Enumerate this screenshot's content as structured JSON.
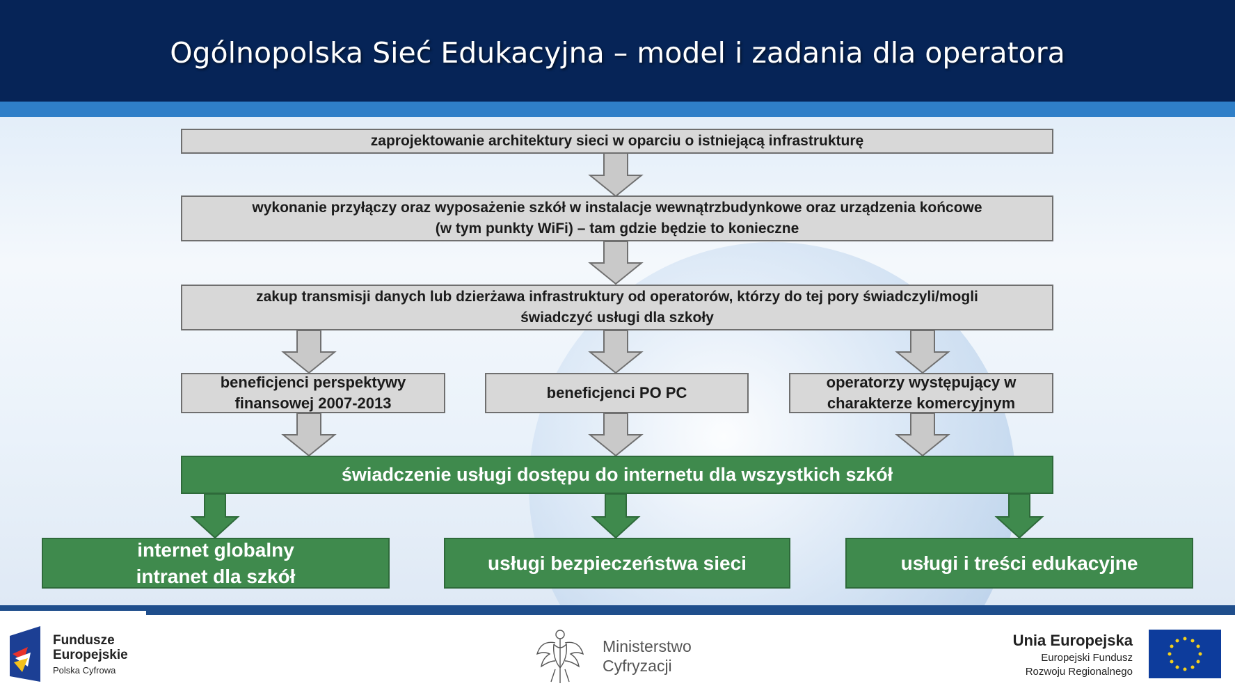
{
  "header": {
    "title": "Ogólnopolska Sieć Edukacyjna – model i zadania dla operatora"
  },
  "flow": {
    "step1": "zaprojektowanie architektury sieci w oparciu o istniejącą infrastrukturę",
    "step2_line1": "wykonanie przyłączy oraz wyposażenie szkół w instalacje wewnątrzbudynkowe oraz urządzenia końcowe",
    "step2_line2": "(w tym punkty WiFi) – tam gdzie będzie to konieczne",
    "step3_line1": "zakup transmisji danych lub dzierżawa infrastruktury od operatorów, którzy do tej pory świadczyli/mogli",
    "step3_line2": "świadczyć usługi dla szkoły",
    "sources": [
      {
        "line1": "beneficjenci perspektywy",
        "line2": "finansowej 2007-2013"
      },
      {
        "line1": "beneficjenci PO PC",
        "line2": ""
      },
      {
        "line1": "operatorzy występujący w",
        "line2": "charakterze komercyjnym"
      }
    ],
    "central": "świadczenie usługi dostępu do internetu dla wszystkich szkół",
    "outcomes": [
      {
        "line1": "internet globalny",
        "line2": "intranet dla szkół"
      },
      {
        "line1": "usługi bezpieczeństwa sieci",
        "line2": ""
      },
      {
        "line1": "usługi i treści edukacyjne",
        "line2": ""
      }
    ]
  },
  "footer": {
    "fe_logo": {
      "line1": "Fundusze",
      "line2": "Europejskie",
      "line3": "Polska Cyfrowa"
    },
    "ministry": {
      "line1": "Ministerstwo",
      "line2": "Cyfryzacji"
    },
    "eu": {
      "title": "Unia Europejska",
      "line1": "Europejski Fundusz",
      "line2": "Rozwoju Regionalnego"
    }
  },
  "colors": {
    "header_bg": "#062457",
    "accent_blue": "#2f7fc8",
    "grey_box": "#d8d8d8",
    "green_box": "#3f8a4d"
  }
}
